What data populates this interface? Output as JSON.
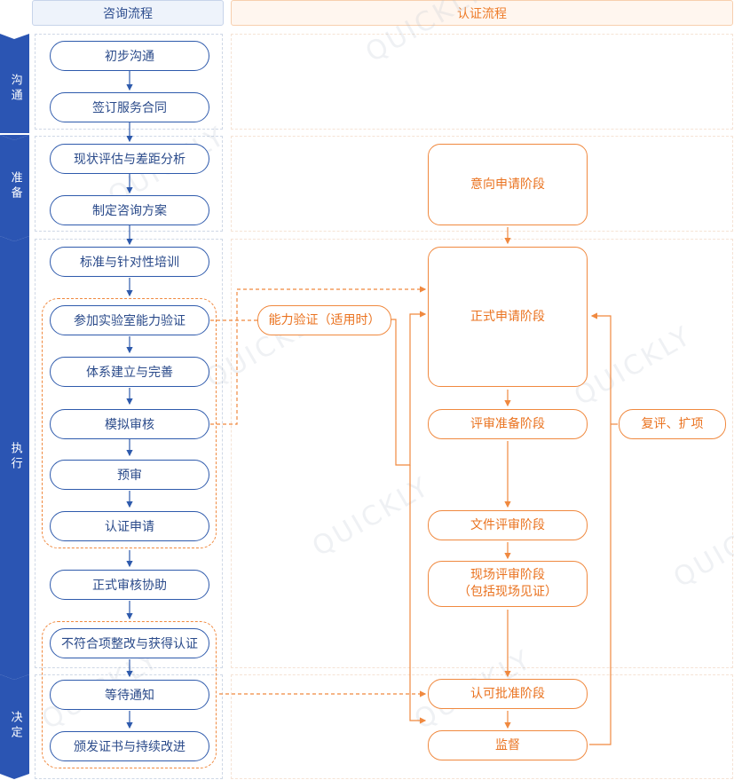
{
  "headers": {
    "consult": "咨询流程",
    "cert": "认证流程"
  },
  "stages": [
    {
      "id": "s1",
      "label": "沟通"
    },
    {
      "id": "s2",
      "label": "准备"
    },
    {
      "id": "s3",
      "label": "执行"
    },
    {
      "id": "s4",
      "label": "决定"
    }
  ],
  "consult_steps": {
    "initial": "初步沟通",
    "contract": "签订服务合同",
    "assess": "现状评估与差距分析",
    "plan": "制定咨询方案",
    "training": "标准与针对性培训",
    "labtest": "参加实验室能力验证",
    "system": "体系建立与完善",
    "mockaudit": "模拟审核",
    "preaudit": "预审",
    "apply": "认证申请",
    "formalassist": "正式审核协助",
    "rectify": "不符合项整改与获得认证",
    "wait": "等待通知",
    "issue": "颁发证书与持续改进"
  },
  "cert_steps": {
    "intent": "意向申请阶段",
    "formal": "正式申请阶段",
    "review_prep": "评审准备阶段",
    "doc_review": "文件评审阶段",
    "onsite_review": "现场评审阶段",
    "onsite_review_sub": "（包括现场见证）",
    "approval": "认可批准阶段",
    "supervise": "监督",
    "proficiency": "能力验证（适用时）",
    "reassess": "复评、扩项"
  },
  "watermark": "QUICKLY",
  "colors": {
    "blue": "#2e5aac",
    "orange": "#f0893f",
    "stage_bg": "#2b55b3"
  }
}
